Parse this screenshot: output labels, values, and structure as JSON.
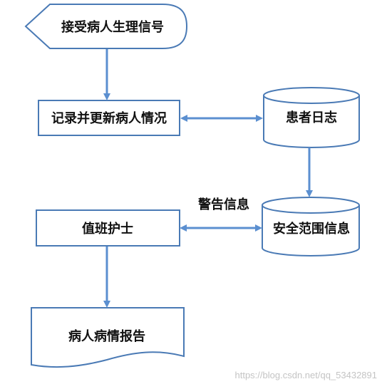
{
  "nodes": {
    "receive_signal": "接受病人生理信号",
    "record_update": "记录并更新病人情况",
    "patient_log": "患者日志",
    "duty_nurse": "值班护士",
    "safe_range": "安全范围信息",
    "report": "病人病情报告"
  },
  "edges": {
    "warning_label": "警告信息"
  },
  "watermark": "https://blog.csdn.net/qq_53432891",
  "colors": {
    "stroke": "#4a7ab5",
    "arrow": "#5b8fd0",
    "text": "#111111"
  }
}
